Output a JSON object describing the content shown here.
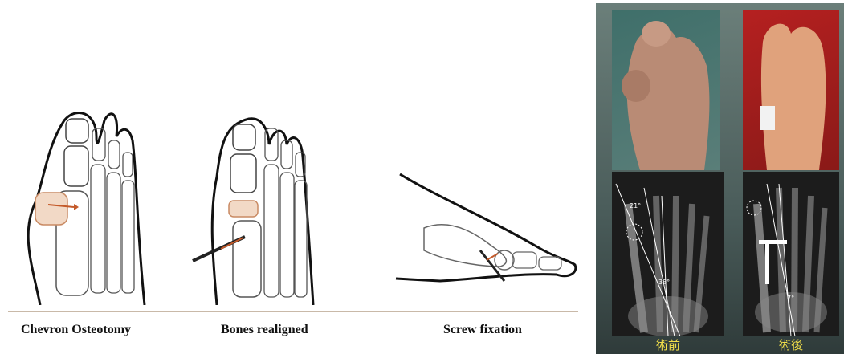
{
  "captions": {
    "chevron": "Chevron Osteotomy",
    "realigned": "Bones realigned",
    "screw": "Screw fixation"
  },
  "photo_labels": {
    "preop": "術前",
    "postop": "術後"
  },
  "xray_annotations": {
    "preop_angle_a": "21°",
    "preop_angle_b": "38°",
    "postop_angle": "7°"
  }
}
